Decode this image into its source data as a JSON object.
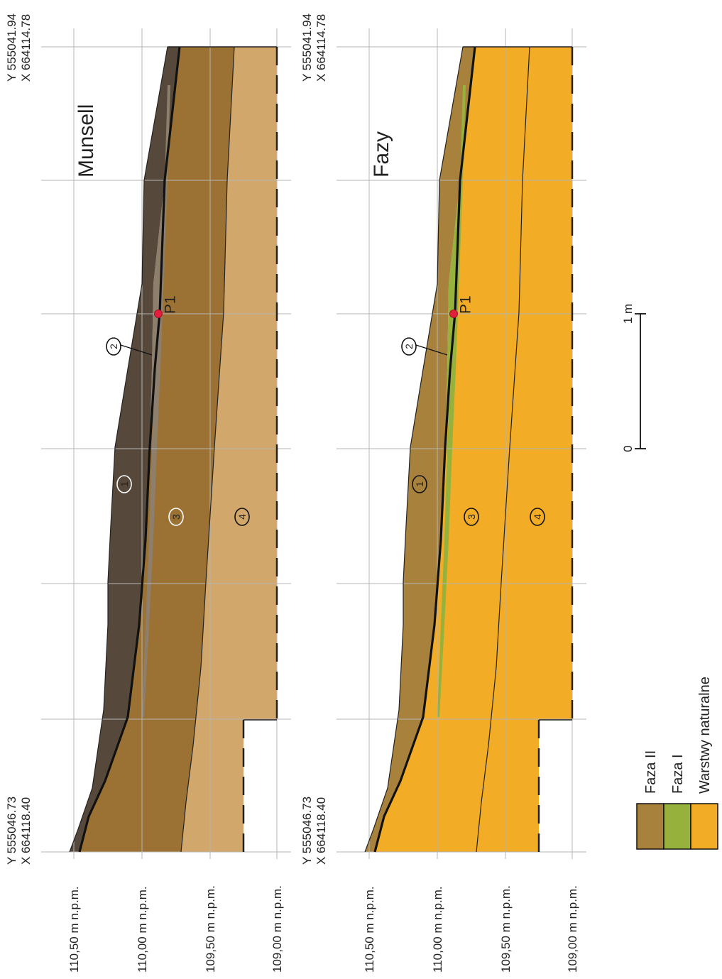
{
  "panels": [
    {
      "title": "Munsell",
      "coord_left": {
        "y": "Y 555046.73",
        "x": "X 664118.40"
      },
      "coord_right": {
        "y": "Y 555041.94",
        "x": "X 664114.78"
      },
      "layer_colors": [
        "#56493b",
        "#8e7f6c",
        "#9b7234",
        "#d1a76c"
      ],
      "layer_labels": [
        "1",
        "2",
        "3",
        "4"
      ],
      "point_label": "P1"
    },
    {
      "title": "Fazy",
      "coord_left": {
        "y": "Y 555046.73",
        "x": "X 664118.40"
      },
      "coord_right": {
        "y": "Y 555041.94",
        "x": "X 664114.78"
      },
      "layer_colors": [
        "#a8823c",
        "#96b23c",
        "#f3ac26",
        "#f3ac26"
      ],
      "layer_labels": [
        "1",
        "2",
        "3",
        "4"
      ],
      "point_label": "P1"
    }
  ],
  "elevation_labels": [
    "110,50 m n.p.m.",
    "110,00 m n.p.m.",
    "109,50 m n.p.m.",
    "109,00 m n.p.m."
  ],
  "scale_bar": {
    "start": "0",
    "end": "1 m"
  },
  "legend": [
    {
      "label": "Faza II",
      "color": "#a8823c"
    },
    {
      "label": "Faza I",
      "color": "#96b23c"
    },
    {
      "label": "Warstwy naturalne",
      "color": "#f3ac26"
    }
  ]
}
